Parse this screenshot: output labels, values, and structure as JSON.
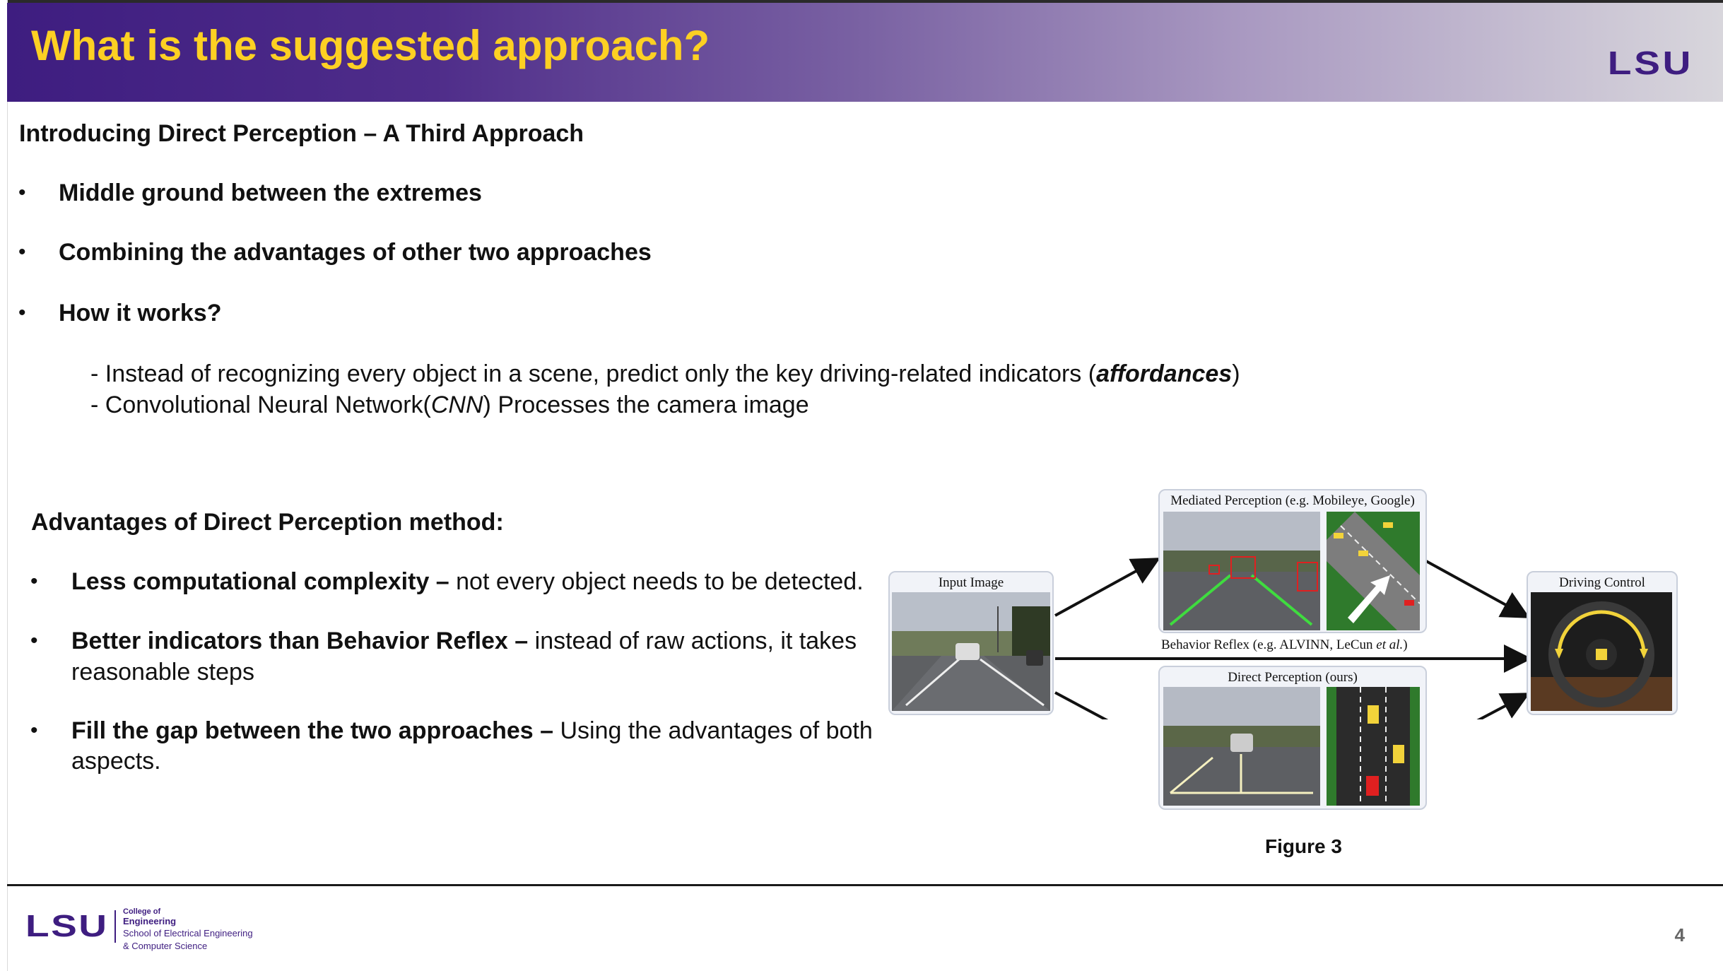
{
  "header": {
    "title": "What is the suggested approach?",
    "logo": "LSU"
  },
  "intro": {
    "heading": "Introducing Direct Perception – A Third Approach",
    "bullets": [
      "Middle ground between the extremes",
      "Combining the advantages of other two approaches",
      "How it works?"
    ],
    "sub1_pre": "- Instead of recognizing every object in a scene, predict only the key driving-related indicators (",
    "sub1_em": "affordances",
    "sub1_post": ")",
    "sub2_pre": "- Convolutional Neural Network(",
    "sub2_em": "CNN",
    "sub2_post": ") Processes the camera image"
  },
  "advantages": {
    "heading": "Advantages of Direct Perception method:",
    "items": [
      {
        "bold": "Less computational complexity –",
        "line1": " not every object needs to be detected.",
        "line2": ""
      },
      {
        "bold": "Better indicators than Behavior Reflex –",
        "line1": " instead of raw actions, it takes",
        "line2": "reasonable steps"
      },
      {
        "bold": "Fill the gap between the two approaches –",
        "line1": " Using the advantages of both",
        "line2": "aspects."
      }
    ]
  },
  "figure": {
    "input_label": "Input Image",
    "mediated_label": "Mediated Perception (e.g. Mobileye, Google)",
    "reflex_label_pre": "Behavior Reflex (e.g. ALVINN, LeCun ",
    "reflex_label_em": "et al.",
    "reflex_label_post": ")",
    "direct_label": "Direct Perception (ours)",
    "control_label": "Driving Control",
    "caption": "Figure 3"
  },
  "footer": {
    "logo": "LSU",
    "line1": "College of",
    "line2": "Engineering",
    "line3": "School of Electrical Engineering",
    "line4": "& Computer Science",
    "page": "4"
  },
  "colors": {
    "purple": "#3e1d80",
    "gold": "#fdd023"
  }
}
